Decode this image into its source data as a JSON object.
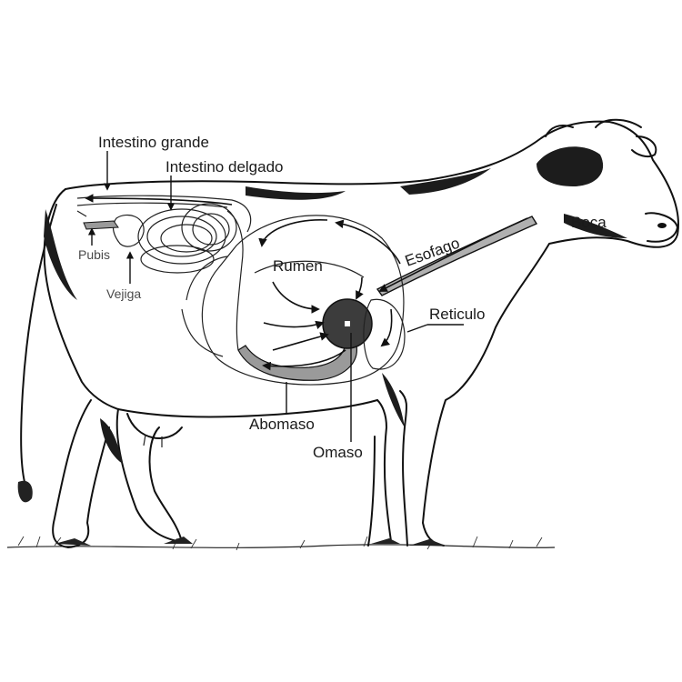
{
  "labels": {
    "large_intestine": "Intestino grande",
    "small_intestine": "Intestino delgado",
    "pubis": "Pubis",
    "bladder": "Vejiga",
    "rumen": "Rumen",
    "esophagus": "Esofago",
    "mouth": "Boca",
    "reticulum": "Reticulo",
    "abomasum": "Abomaso",
    "omasum": "Omaso"
  },
  "colors": {
    "ink": "#111111",
    "abomasum_fill": "#9a9a9a",
    "omasum_fill": "#3c3c3c",
    "esophagus_fill": "#b0b0b0",
    "patch_fill": "#1c1c1c"
  }
}
